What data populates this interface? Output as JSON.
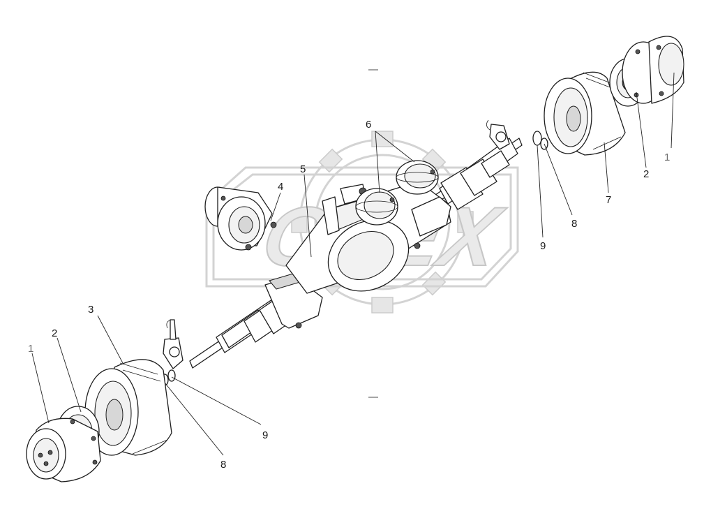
{
  "watermark": {
    "text": "OPEX",
    "color": "#cfcfcf"
  },
  "callouts": [
    {
      "id": "1a",
      "text": "1"
    },
    {
      "id": "2a",
      "text": "2"
    },
    {
      "id": "7",
      "text": "7"
    },
    {
      "id": "8a",
      "text": "8"
    },
    {
      "id": "9a",
      "text": "9"
    },
    {
      "id": "6",
      "text": "6"
    },
    {
      "id": "5",
      "text": "5"
    },
    {
      "id": "4",
      "text": "4"
    },
    {
      "id": "3",
      "text": "3"
    },
    {
      "id": "2b",
      "text": "2"
    },
    {
      "id": "1b",
      "text": "1"
    },
    {
      "id": "9b",
      "text": "9"
    },
    {
      "id": "8b",
      "text": "8"
    }
  ]
}
